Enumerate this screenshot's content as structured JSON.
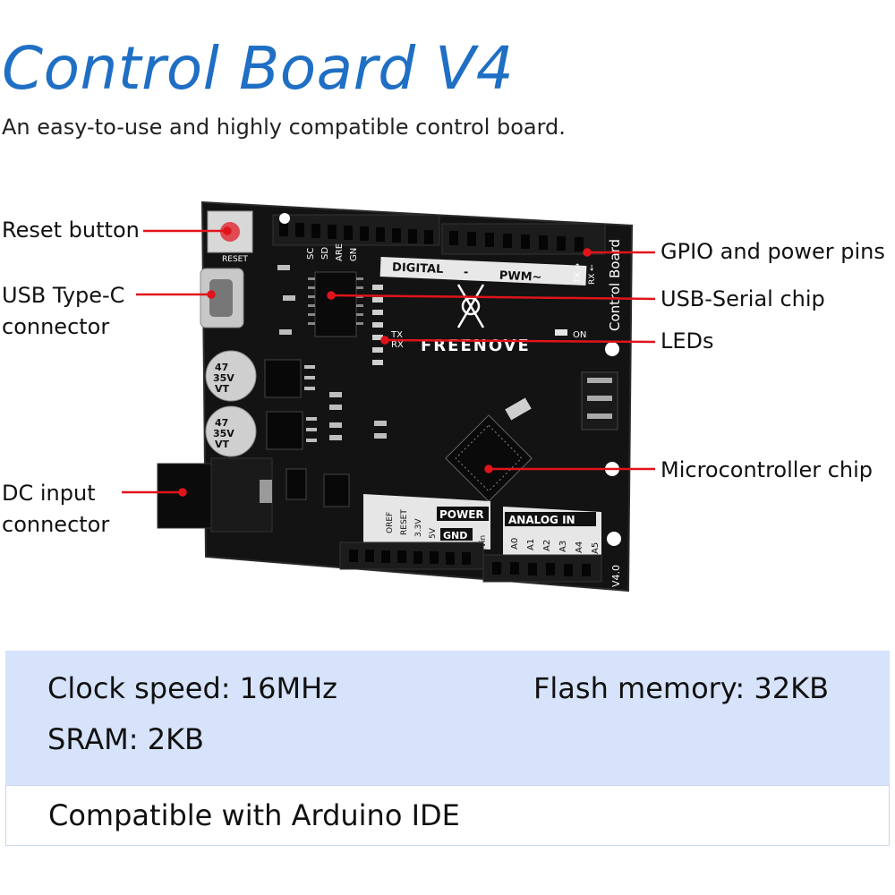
{
  "header": {
    "title": "Control Board V4",
    "subtitle": "An easy-to-use and highly compatible control board."
  },
  "callouts": {
    "reset_button": "Reset button",
    "usb_typec": [
      "USB Type-C",
      "connector"
    ],
    "dc_input": [
      "DC input",
      "connector"
    ],
    "gpio_pins": "GPIO and power pins",
    "usb_serial": "USB-Serial chip",
    "leds": "LEDs",
    "microcontroller": "Microcontroller chip"
  },
  "board": {
    "reset_label": "RESET",
    "digital_label": "DIGITAL",
    "dash": "-",
    "pwm_label": "PWM~",
    "board_name": "Control Board",
    "brand": "FREENOVE",
    "tx": "TX",
    "rx": "RX",
    "on": "ON",
    "tx_arrow": "TX →",
    "rx_arrow": "RX ←",
    "power_label": "POWER",
    "analog_label": "ANALOG IN",
    "gnd_label": "GND",
    "version": "V4.0",
    "top_pins": [
      "SC",
      "SD",
      "ARE",
      "GN"
    ],
    "power_pins": [
      "OREF",
      "RESET",
      "3.3V",
      "5V",
      "Vin"
    ],
    "analog_pins": [
      "A0",
      "A1",
      "A2",
      "A3",
      "A4",
      "A5"
    ],
    "capacitor_1": [
      "47",
      "35V",
      "VT"
    ],
    "capacitor_2": [
      "47",
      "35V",
      "VT"
    ]
  },
  "specs": {
    "clock": "Clock speed: 16MHz",
    "flash": "Flash memory: 32KB",
    "sram": "SRAM: 2KB",
    "compatible": "Compatible with Arduino IDE"
  },
  "colors": {
    "title": "#1f6fc4",
    "callout_line": "#e0141b",
    "spec_band": "#d6e3fa",
    "board": "#121212"
  }
}
